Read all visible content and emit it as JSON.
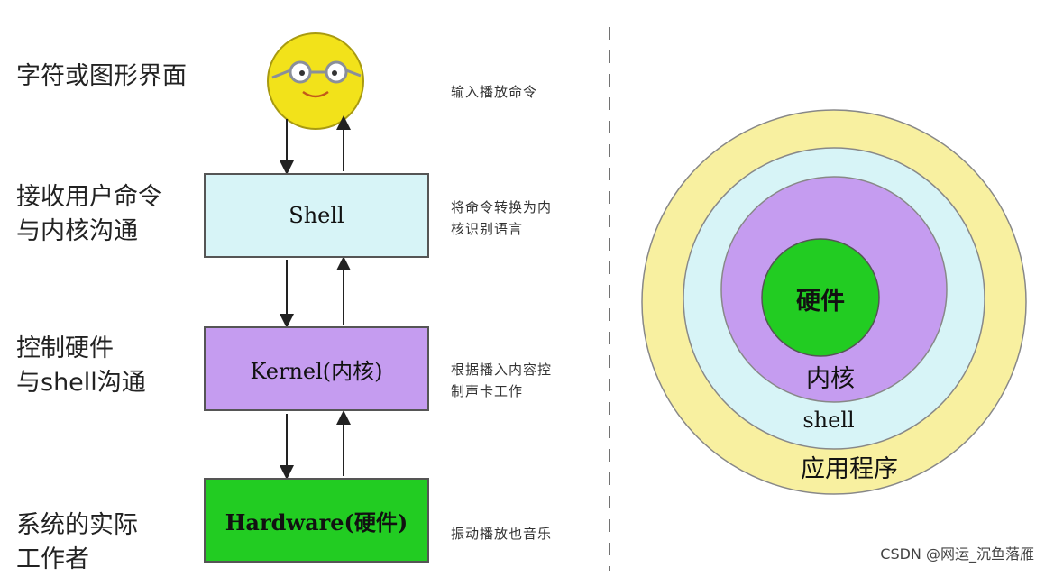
{
  "left_labels": [
    "字符或图形界面",
    "接收用户命令\n与内核沟通",
    "控制硬件\n与shell沟通",
    "系统的实际\n工作者"
  ],
  "boxes": {
    "shell": "Shell",
    "kernel": "Kernel(内核)",
    "hardware": "Hardware(硬件)"
  },
  "notes": [
    "输入播放命令",
    "将命令转换为内\n核识别语言",
    "根据播入内容控\n制声卡工作",
    "振动播放也音乐"
  ],
  "rings": {
    "hardware": "硬件",
    "kernel": "内核",
    "shell": "shell",
    "apps": "应用程序"
  },
  "colors": {
    "shell": "#d7f4f7",
    "kernel": "#c59cf0",
    "hardware": "#22cc22",
    "apps": "#f8f0a0",
    "face": "#f2e21a"
  },
  "watermark": "CSDN @网运_沉鱼落雁"
}
